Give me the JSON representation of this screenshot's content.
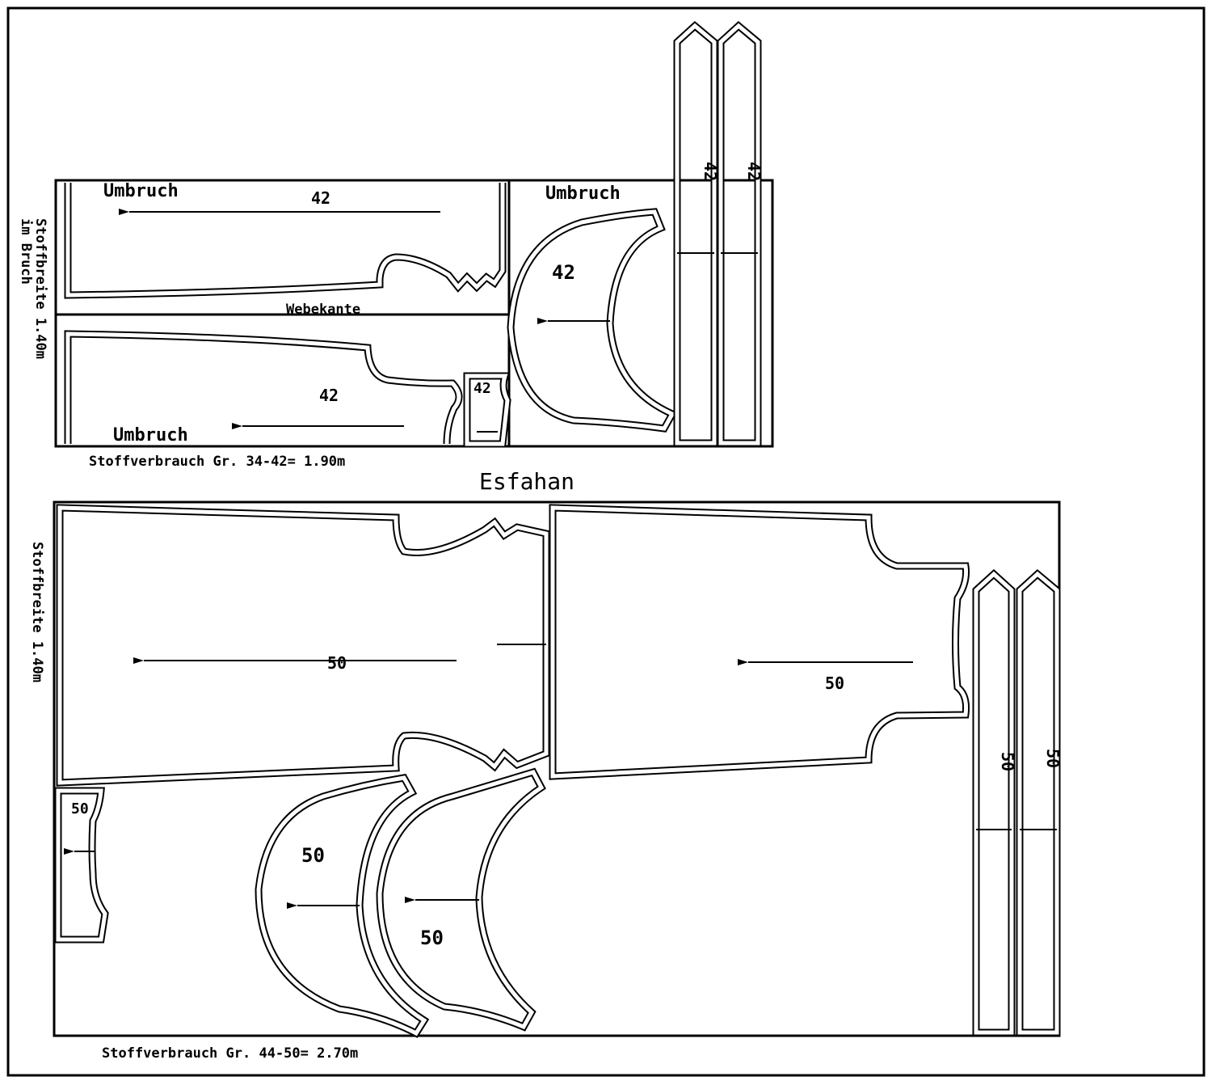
{
  "title": "Esfahan",
  "layout_small": {
    "fold_label_top": "Umbruch",
    "fold_label_sleeve": "Umbruch",
    "fold_label_bottom": "Umbruch",
    "selvedge_label": "Webekante",
    "width_label_line1": "Stoffbreite 1.40m",
    "width_label_line2": "im Bruch",
    "size_labels": [
      "42",
      "42",
      "42",
      "42",
      "42",
      "42"
    ],
    "consumption": "Stoffverbrauch Gr. 34-42= 1.90m"
  },
  "layout_large": {
    "width_label": "Stoffbreite 1.40m",
    "size_labels": [
      "50",
      "50",
      "50",
      "50",
      "50",
      "50",
      "50"
    ],
    "consumption": "Stoffverbrauch Gr. 44-50= 2.70m"
  }
}
